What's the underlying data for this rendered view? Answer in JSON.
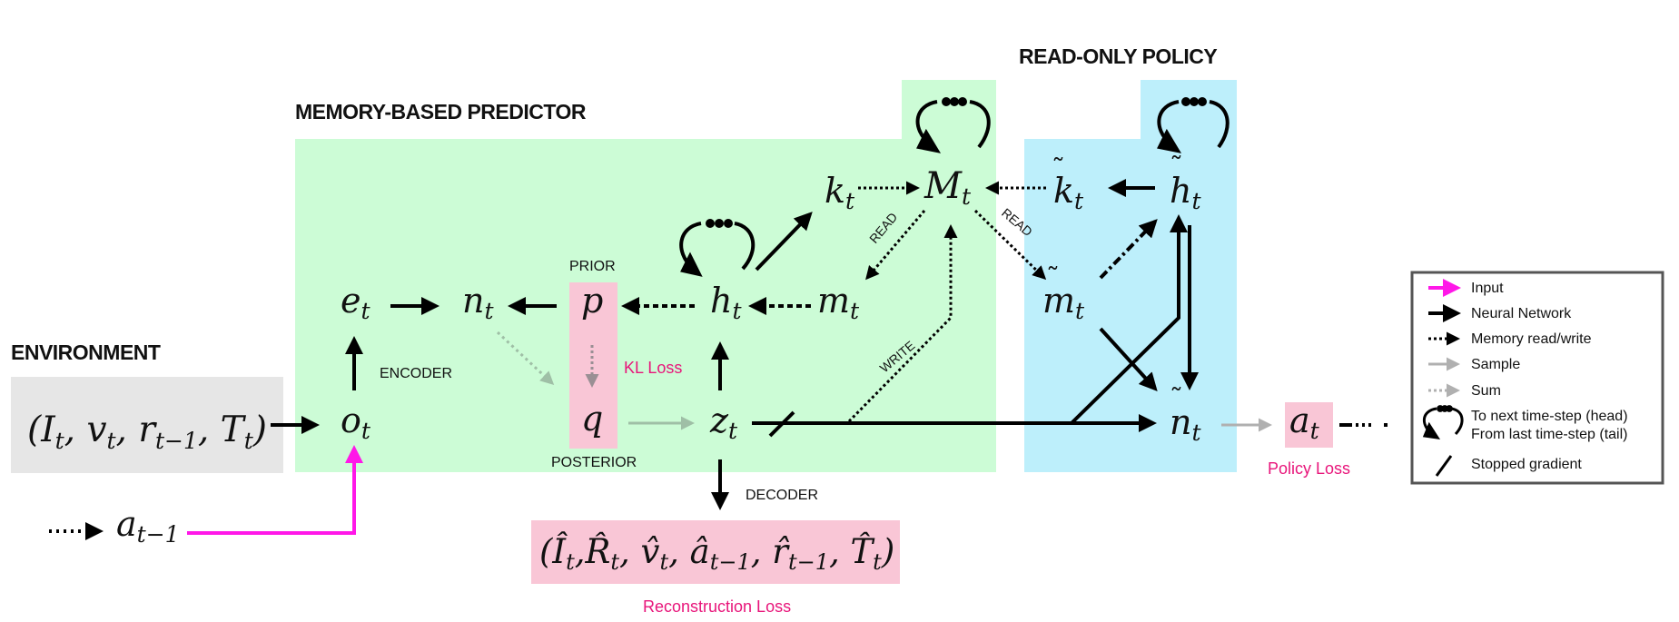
{
  "sections": {
    "environment": "ENVIRONMENT",
    "memory_predictor": "MEMORY-BASED PREDICTOR",
    "read_only_policy": "READ-ONLY POLICY"
  },
  "labels": {
    "encoder": "ENCODER",
    "decoder": "DECODER",
    "prior": "PRIOR",
    "posterior": "POSTERIOR",
    "read_left": "READ",
    "read_right": "READ",
    "write": "WRITE"
  },
  "losses": {
    "kl": "KL Loss",
    "reconstruction": "Reconstruction Loss",
    "policy": "Policy Loss"
  },
  "nodes": {
    "env_input": "(I_t, v_t, r_{t-1}, T_t)",
    "o": "o_t",
    "e": "e_t",
    "n": "n_t",
    "p": "p",
    "q": "q",
    "h": "h_t",
    "z": "z_t",
    "k": "k_t",
    "M": "M_t",
    "m": "m_t",
    "k_tilde": "k̃_t",
    "h_tilde": "h̃_t",
    "m_tilde": "m̃_t",
    "n_tilde": "ñ_t",
    "a": "a_t",
    "a_prev": "a_{t-1}",
    "reconstruction": "(Î_t, R̂_t, v̂_t, â_{t-1}, r̂_{t-1}, T̂_t)"
  },
  "legend": {
    "items": [
      {
        "label": "Input",
        "style": "input"
      },
      {
        "label": "Neural Network",
        "style": "network"
      },
      {
        "label": "Memory read/write",
        "style": "memory"
      },
      {
        "label": "Sample",
        "style": "sample"
      },
      {
        "label": "Sum",
        "style": "sum"
      },
      {
        "label": "To next time-step (head)",
        "style": "loop"
      },
      {
        "label": "From last time-step (tail)",
        "style": "loop-tail"
      },
      {
        "label": "Stopped gradient",
        "style": "stop"
      }
    ]
  },
  "colors": {
    "green_region": "#ccfcd6",
    "blue_region": "#bdeffb",
    "gray_region": "#e6e6e6",
    "pink_box": "#f9c6d6",
    "input_arrow": "#ff17e8",
    "loss_text": "#e8157a",
    "sample_arrow": "#9fbfa6",
    "sum_arrow": "#b0b0b0"
  }
}
